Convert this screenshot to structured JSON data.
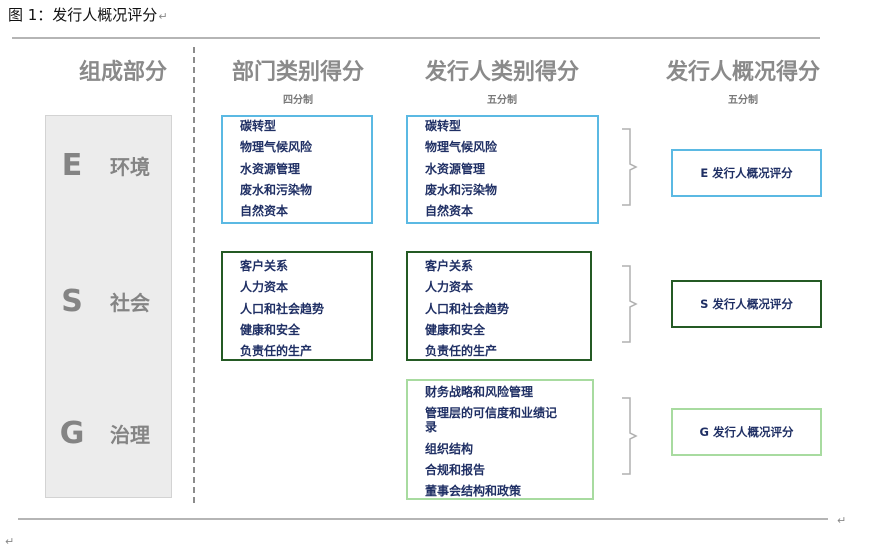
{
  "figure": {
    "title": "图 1：发行人概况评分",
    "paragraph_mark": "↵"
  },
  "headers": {
    "components": "组成部分",
    "department": "部门类别得分",
    "department_scale": "四分制",
    "issuer": "发行人类别得分",
    "issuer_scale": "五分制",
    "overview": "发行人概况得分",
    "overview_scale": "五分制"
  },
  "components": [
    {
      "letter": "E",
      "name": "环境"
    },
    {
      "letter": "S",
      "name": "社会"
    },
    {
      "letter": "G",
      "name": "治理"
    }
  ],
  "department_boxes": {
    "E": [
      "碳转型",
      "物理气候风险",
      "水资源管理",
      "废水和污染物",
      "自然资本"
    ],
    "S": [
      "客户关系",
      "人力资本",
      "人口和社会趋势",
      "健康和安全",
      "负责任的生产"
    ]
  },
  "issuer_boxes": {
    "E": [
      "碳转型",
      "物理气候风险",
      "水资源管理",
      "废水和污染物",
      "自然资本"
    ],
    "S": [
      "客户关系",
      "人力资本",
      "人口和社会趋势",
      "健康和安全",
      "负责任的生产"
    ],
    "G": [
      "财务战略和风险管理",
      "管理层的可信度和业绩记录",
      "组织结构",
      "合规和报告",
      "董事会结构和政策"
    ]
  },
  "overview_scores": {
    "E": "E 发行人概况评分",
    "S": "S 发行人概况评分",
    "G": "G 发行人概况评分"
  },
  "colors": {
    "E": "#5bb9e3",
    "S": "#245a24",
    "G": "#a8dba0",
    "text": "#1f2f64",
    "header_gray": "#8a8a8a"
  }
}
